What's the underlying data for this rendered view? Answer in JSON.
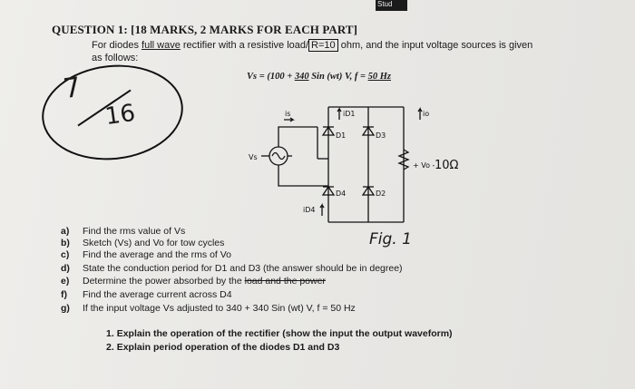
{
  "header": {
    "corner_tag": "Stud"
  },
  "question": {
    "title": "QUESTION 1: [18 MARKS, 2 MARKS FOR EACH PART]",
    "intro_a": "For diodes ",
    "intro_underlined": "full wave",
    "intro_b": " rectifier with a resistive load/",
    "boxed_value": "R=10",
    "intro_c": " ohm, and the input voltage sources is given",
    "intro_d": "as follows:",
    "formula_a": "Vs = (100 + ",
    "formula_b": "340",
    "formula_c": " Sin (wt) V, f = ",
    "formula_d": "50 Hz"
  },
  "grade": {
    "numerator": "7",
    "denominator": "16"
  },
  "circuit": {
    "source_label": "Vs",
    "current_s": "is",
    "diode_1": "D1",
    "diode_2": "D2",
    "diode_3": "D3",
    "diode_4": "D4",
    "current_d1": "iD1",
    "current_d4": "iD4",
    "current_o": "io",
    "output_label": "+ Vo -",
    "load_note": "10Ω",
    "figure": "Fig. 1"
  },
  "items": [
    {
      "key": "a)",
      "text": "Find the rms value of Vs"
    },
    {
      "key": "b)",
      "text": "Sketch (Vs) and Vo for tow cycles"
    },
    {
      "key": "c)",
      "text": "Find the average and the rms of Vo"
    },
    {
      "key": "d)",
      "text": "State the conduction period for D1 and D3 (the answer should be in degree)"
    },
    {
      "key": "e)",
      "text": "Determine the power absorbed by the ",
      "struck": "load and the power"
    },
    {
      "key": "f)",
      "text": "Find the average current across D4"
    },
    {
      "key": "g)",
      "text": "If the input voltage Vs adjusted to 340 + 340 Sin (wt) V, f = 50 Hz"
    }
  ],
  "subitems": [
    {
      "key": "1.",
      "text": "Explain the operation of the rectifier (show the input the output waveform)"
    },
    {
      "key": "2.",
      "text": "Explain period operation of the diodes D1 and D3"
    }
  ]
}
